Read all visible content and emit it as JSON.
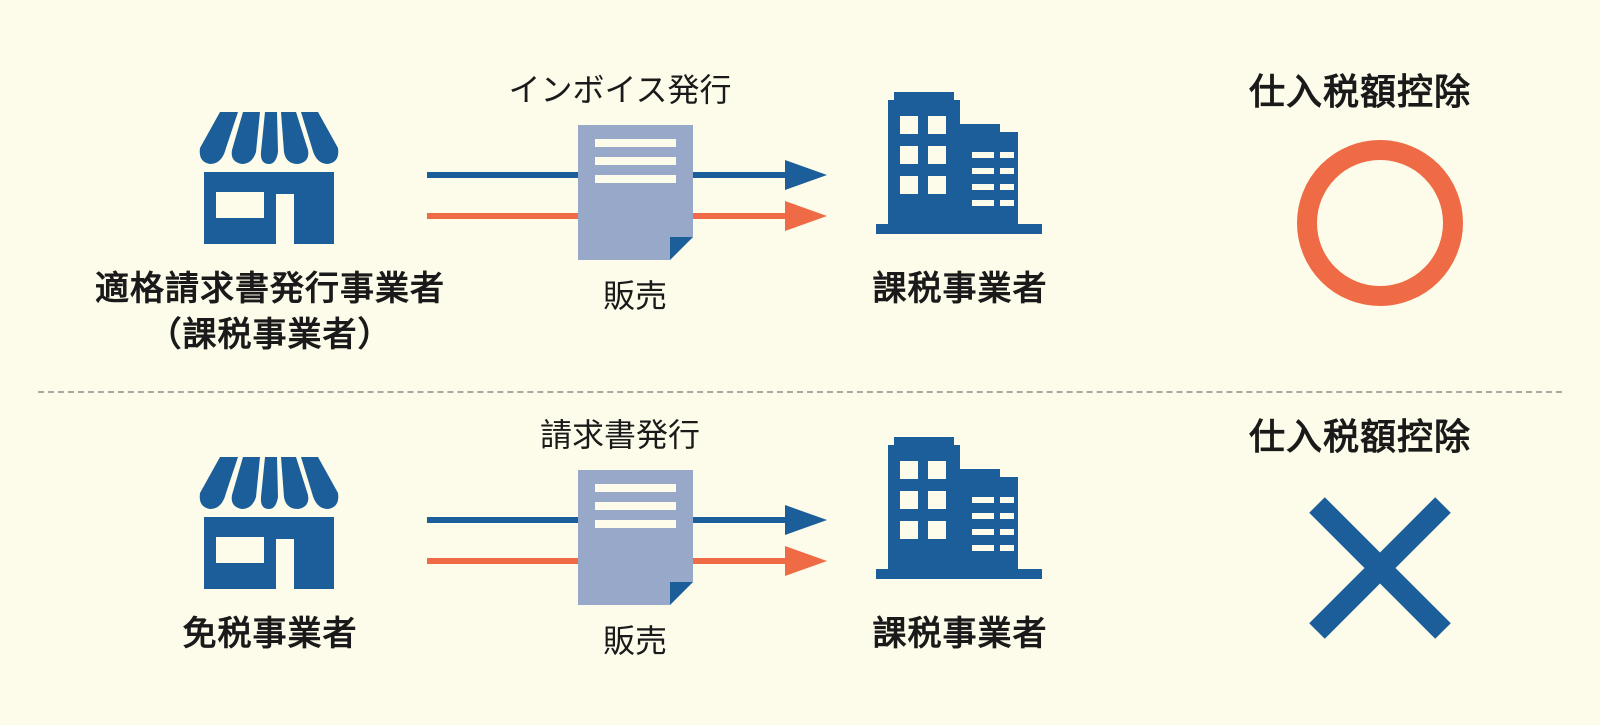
{
  "colors": {
    "background": "#fdfbe9",
    "blue": "#1b5e99",
    "orange": "#ee6b45",
    "document": "#98a8c9",
    "divider": "#a9a9a3"
  },
  "rows": [
    {
      "seller_label_line1": "適格請求書発行事業者",
      "seller_label_line2": "（課税事業者）",
      "document_label": "インボイス発行",
      "sale_label": "販売",
      "buyer_label": "課税事業者",
      "deduction_label": "仕入税額控除",
      "result_icon": "circle-icon"
    },
    {
      "seller_label_line1": "免税事業者",
      "document_label": "請求書発行",
      "sale_label": "販売",
      "buyer_label": "課税事業者",
      "deduction_label": "仕入税額控除",
      "result_icon": "cross-icon"
    }
  ]
}
